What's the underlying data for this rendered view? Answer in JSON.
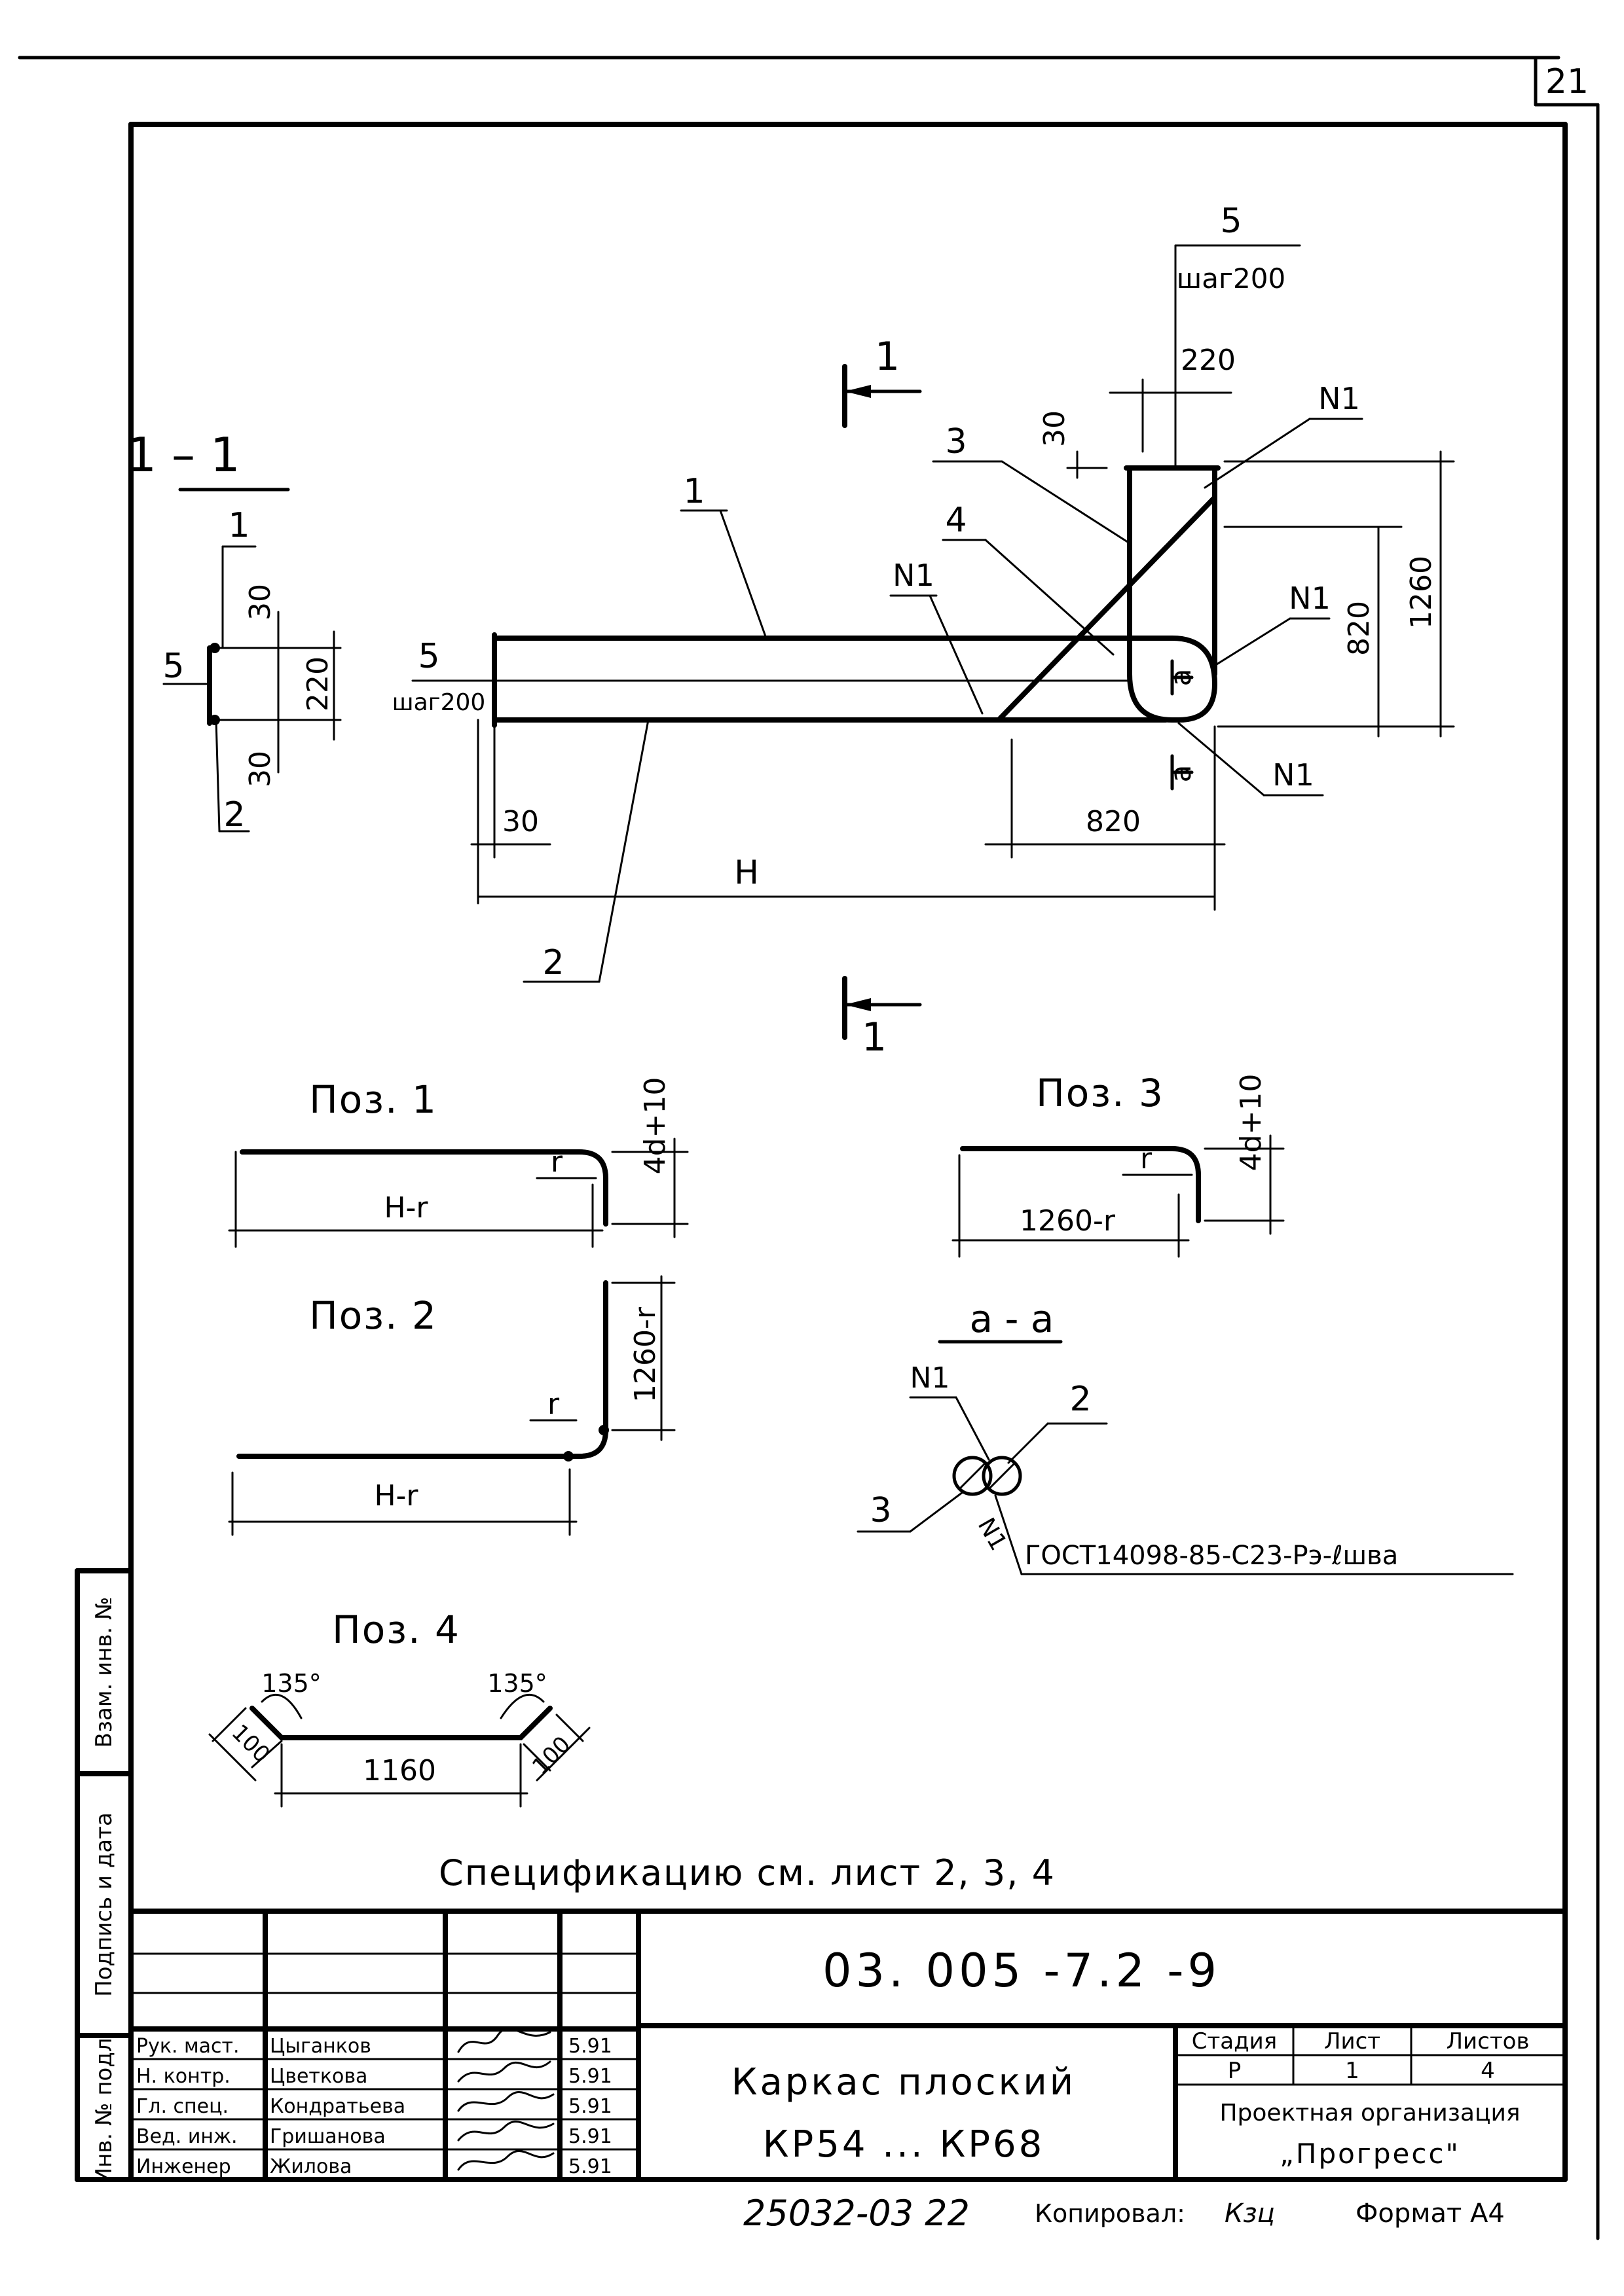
{
  "sheet_number": "21",
  "section_label": "1 – 1",
  "cut_marks": {
    "top": "1",
    "bottom": "1"
  },
  "main_view": {
    "pos_labels": [
      "1",
      "2",
      "3",
      "4",
      "5"
    ],
    "weld_label": "N1",
    "step_label": "шаг200",
    "section_mark": "a",
    "dims": {
      "d30": "30",
      "d220": "220",
      "d820": "820",
      "d1260": "1260",
      "H": "H"
    }
  },
  "section_view": {
    "pos1": "1",
    "pos2": "2",
    "pos5": "5",
    "d30a": "30",
    "d220": "220",
    "d30b": "30"
  },
  "pos1": {
    "title": "Поз. 1",
    "r": "r",
    "len": "H-r",
    "hook": "4d+10"
  },
  "pos2": {
    "title": "Поз. 2",
    "r": "r",
    "len": "H-r",
    "vert": "1260-r"
  },
  "pos3": {
    "title": "Поз. 3",
    "r": "r",
    "len": "1260-r",
    "hook": "4d+10"
  },
  "pos4": {
    "title": "Поз. 4",
    "angle_left": "135°",
    "angle_right": "135°",
    "len": "1160",
    "side_left": "100",
    "side_right": "100"
  },
  "section_aa": {
    "title": "а - а",
    "weld": "N1",
    "bar2": "2",
    "bar3": "3",
    "weld_rot": "N1",
    "gost": "ГОСТ14098-85-С23-Рэ-ℓшва"
  },
  "spec_note": "Спецификацию см. лист 2, 3, 4",
  "side_stamps": [
    "Взам. инв. №",
    "Подпись и дата",
    "Инв. № подл."
  ],
  "title_block": {
    "doc_code": "03. 005 -7.2 -9",
    "title_line1": "Каркас плоский",
    "title_line2": "КР54 ... КР68",
    "stage_header": "Стадия",
    "sheet_header": "Лист",
    "sheets_header": "Листов",
    "stage": "Р",
    "sheet": "1",
    "sheets": "4",
    "org_line1": "Проектная организация",
    "org_line2": "„Прогресс\"",
    "rows": [
      {
        "role": "Рук. маст.",
        "name": "Цыганков",
        "date": "5.91"
      },
      {
        "role": "Н. контр.",
        "name": "Цветкова",
        "date": "5.91"
      },
      {
        "role": "Гл. спец.",
        "name": "Кондратьева",
        "date": "5.91"
      },
      {
        "role": "Вед. инж.",
        "name": "Гришанова",
        "date": "5.91"
      },
      {
        "role": "Инженер",
        "name": "Жилова",
        "date": "5.91"
      }
    ]
  },
  "footer": {
    "number": "25032-03 22",
    "copied": "Копировал:",
    "copied_sign": "Кзц",
    "format": "Формат А4"
  }
}
